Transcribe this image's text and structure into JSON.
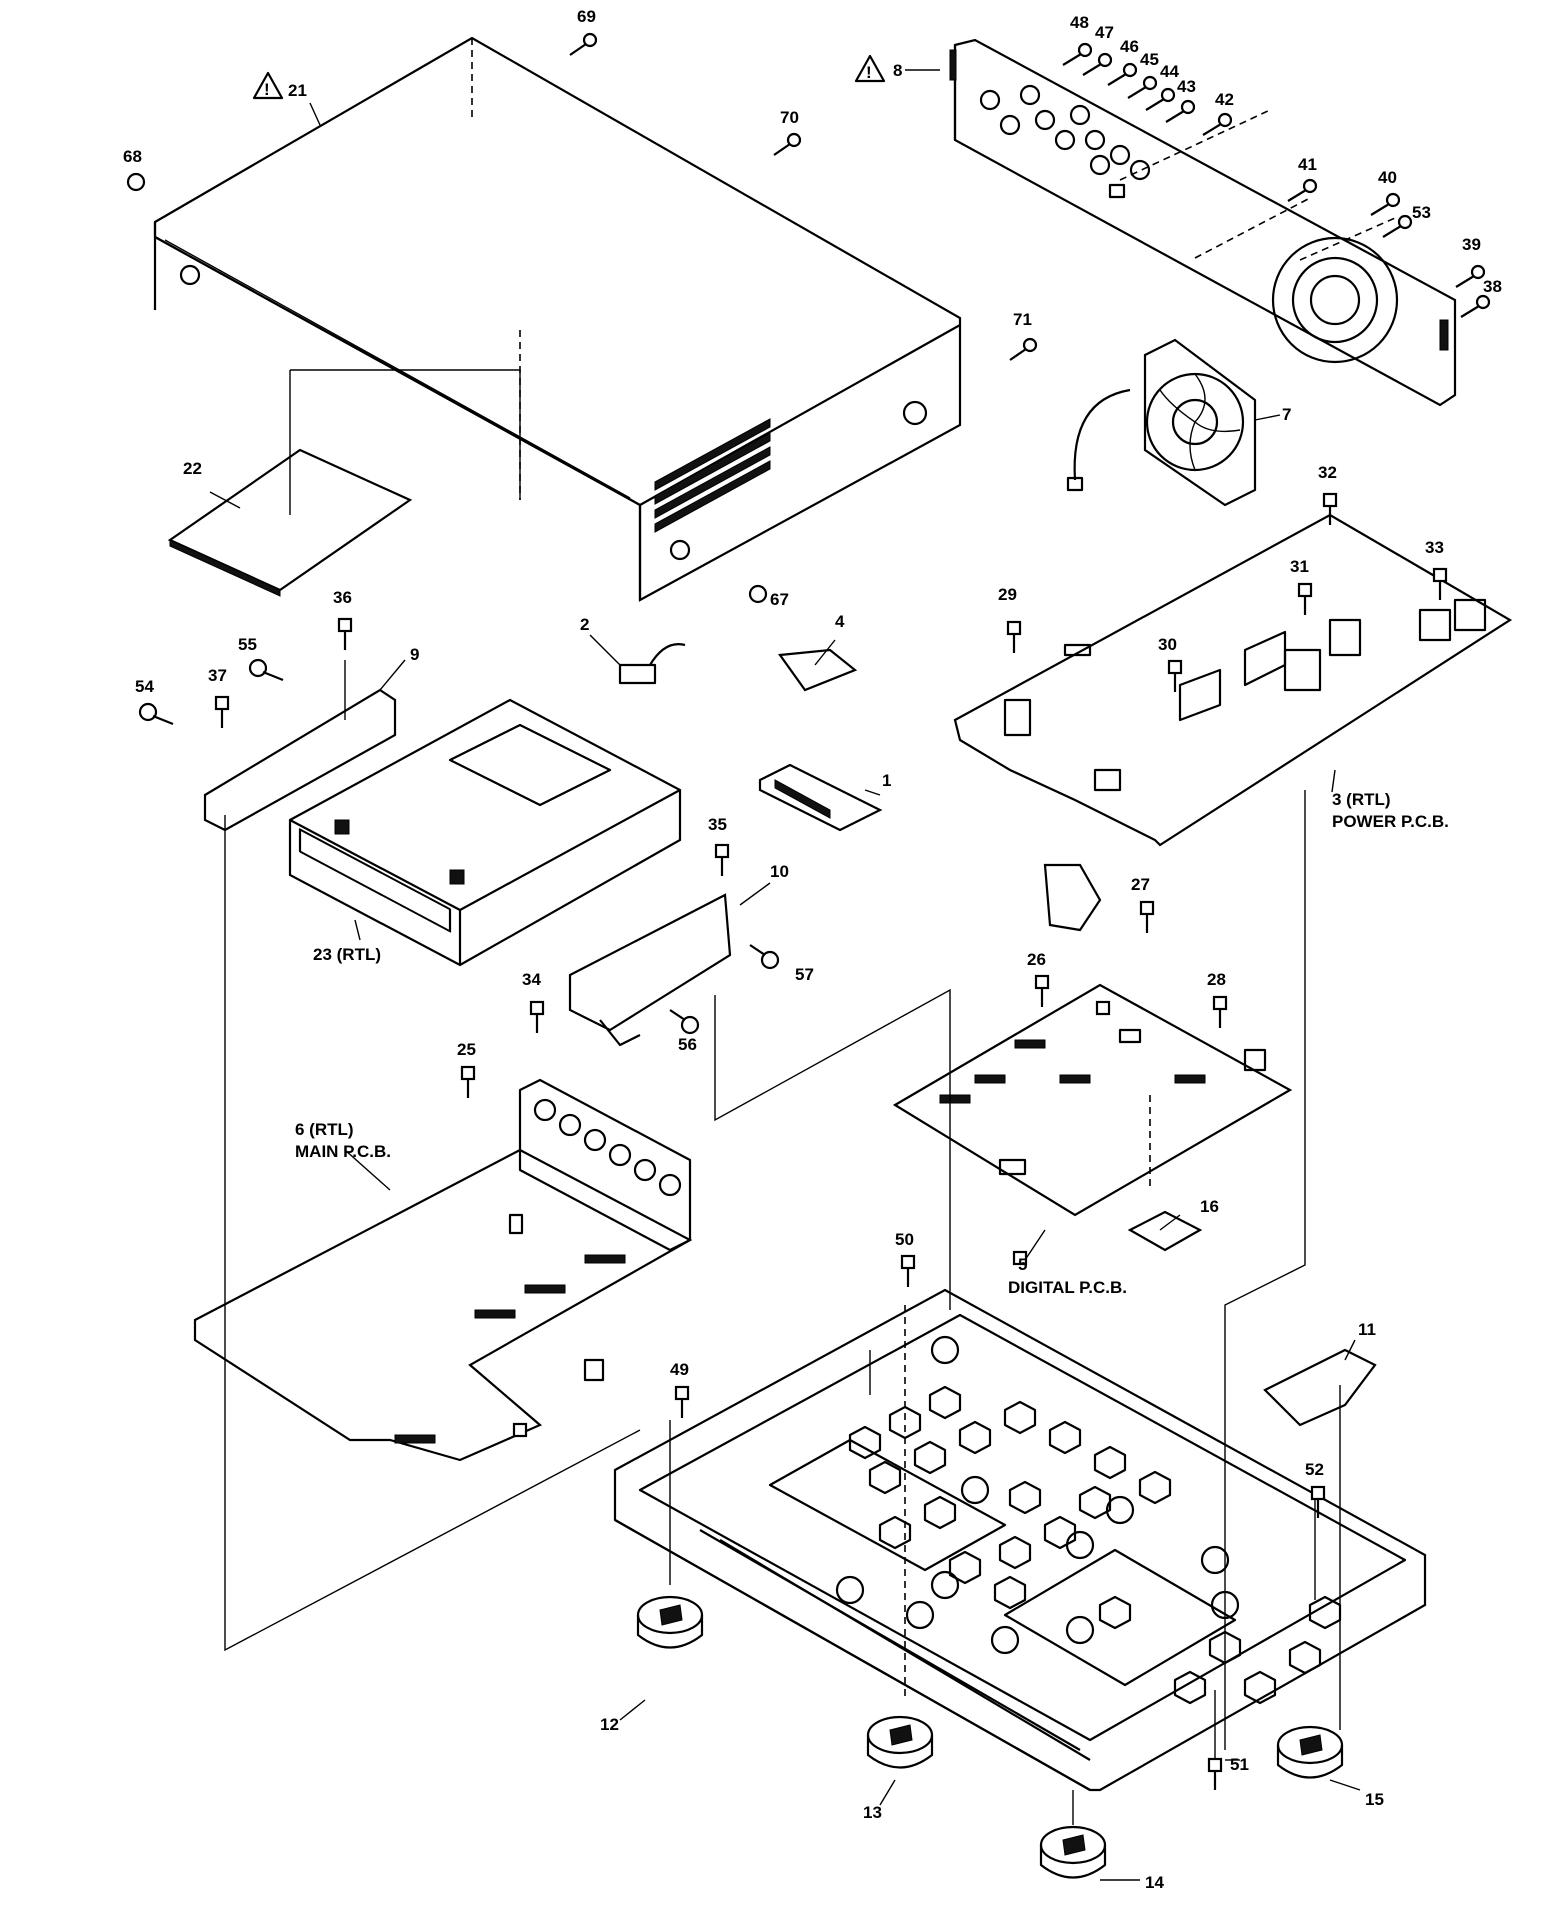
{
  "labels": [
    {
      "id": "p1",
      "text": "1"
    },
    {
      "id": "p2",
      "text": "2"
    },
    {
      "id": "p3",
      "text": "3 (RTL)"
    },
    {
      "id": "p3b",
      "text": "POWER P.C.B."
    },
    {
      "id": "p4",
      "text": "4"
    },
    {
      "id": "p5",
      "text": "5"
    },
    {
      "id": "p5b",
      "text": "DIGITAL P.C.B."
    },
    {
      "id": "p6",
      "text": "6 (RTL)"
    },
    {
      "id": "p6b",
      "text": "MAIN P.C.B."
    },
    {
      "id": "p7",
      "text": "7"
    },
    {
      "id": "p8",
      "text": "8"
    },
    {
      "id": "p9",
      "text": "9"
    },
    {
      "id": "p10",
      "text": "10"
    },
    {
      "id": "p11",
      "text": "11"
    },
    {
      "id": "p12",
      "text": "12"
    },
    {
      "id": "p13",
      "text": "13"
    },
    {
      "id": "p14",
      "text": "14"
    },
    {
      "id": "p15",
      "text": "15"
    },
    {
      "id": "p16",
      "text": "16"
    },
    {
      "id": "p21",
      "text": "21"
    },
    {
      "id": "p22",
      "text": "22"
    },
    {
      "id": "p23",
      "text": "23 (RTL)"
    },
    {
      "id": "p25",
      "text": "25"
    },
    {
      "id": "p26",
      "text": "26"
    },
    {
      "id": "p27",
      "text": "27"
    },
    {
      "id": "p28",
      "text": "28"
    },
    {
      "id": "p29",
      "text": "29"
    },
    {
      "id": "p30",
      "text": "30"
    },
    {
      "id": "p31",
      "text": "31"
    },
    {
      "id": "p32",
      "text": "32"
    },
    {
      "id": "p33",
      "text": "33"
    },
    {
      "id": "p34",
      "text": "34"
    },
    {
      "id": "p35",
      "text": "35"
    },
    {
      "id": "p36",
      "text": "36"
    },
    {
      "id": "p37",
      "text": "37"
    },
    {
      "id": "p38",
      "text": "38"
    },
    {
      "id": "p39",
      "text": "39"
    },
    {
      "id": "p40",
      "text": "40"
    },
    {
      "id": "p41",
      "text": "41"
    },
    {
      "id": "p42",
      "text": "42"
    },
    {
      "id": "p43",
      "text": "43"
    },
    {
      "id": "p44",
      "text": "44"
    },
    {
      "id": "p45",
      "text": "45"
    },
    {
      "id": "p46",
      "text": "46"
    },
    {
      "id": "p47",
      "text": "47"
    },
    {
      "id": "p48",
      "text": "48"
    },
    {
      "id": "p49",
      "text": "49"
    },
    {
      "id": "p50",
      "text": "50"
    },
    {
      "id": "p51",
      "text": "51"
    },
    {
      "id": "p52",
      "text": "52"
    },
    {
      "id": "p53",
      "text": "53"
    },
    {
      "id": "p54",
      "text": "54"
    },
    {
      "id": "p55",
      "text": "55"
    },
    {
      "id": "p56",
      "text": "56"
    },
    {
      "id": "p57",
      "text": "57"
    },
    {
      "id": "p67",
      "text": "67"
    },
    {
      "id": "p68",
      "text": "68"
    },
    {
      "id": "p69",
      "text": "69"
    },
    {
      "id": "p70",
      "text": "70"
    },
    {
      "id": "p71",
      "text": "71"
    }
  ],
  "warning_icon": "warning-triangle-icon"
}
